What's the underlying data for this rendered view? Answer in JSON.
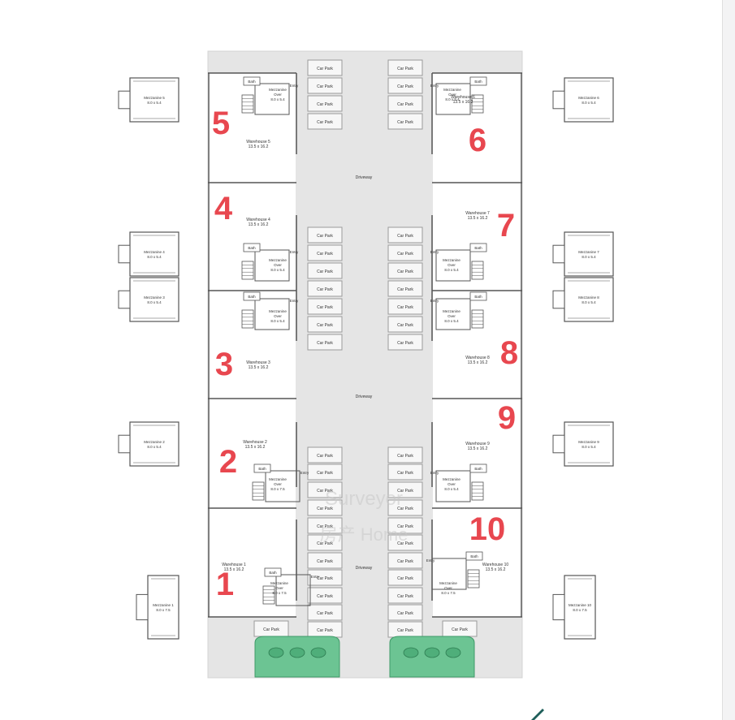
{
  "colors": {
    "background": "#ffffff",
    "site_fill": "#e5e5e5",
    "driveway_fill": "#e5e5e5",
    "warehouse_fill": "#ffffff",
    "wall": "#555555",
    "car_park_fill": "#f7f7f7",
    "car_park_border": "#9a9a9a",
    "unit_number": "#e8474f",
    "landscape_fill": "#6cc493",
    "landscape_stroke": "#3e9a68",
    "watermark": "#c9c9c9"
  },
  "labels": {
    "car_park": "Car Park",
    "driveway": "Driveway",
    "bath": "Bath",
    "entry": "Entry",
    "mezz_over_1": "Mezzanine",
    "mezz_over_2": "Over"
  },
  "warehouses": [
    {
      "unit": "1",
      "name": "Warehouse 1",
      "size": "13.5 x 16.2",
      "mezz_size": "8.0 x 7.5"
    },
    {
      "unit": "2",
      "name": "Warehouse 2",
      "size": "13.5 x 16.2",
      "mezz_size": "8.0 x 7.5"
    },
    {
      "unit": "3",
      "name": "Warehouse 3",
      "size": "13.5 x 16.2",
      "mezz_size": "8.0 x 5.4"
    },
    {
      "unit": "4",
      "name": "Warehouse 4",
      "size": "13.5 x 16.2",
      "mezz_size": "8.0 x 5.4"
    },
    {
      "unit": "5",
      "name": "Warehouse 5",
      "size": "13.5 x 16.2",
      "mezz_size": "8.0 x 5.4"
    },
    {
      "unit": "6",
      "name": "Warehouse 6",
      "size": "13.5 x 16.2",
      "mezz_size": "8.0 x 5.4"
    },
    {
      "unit": "7",
      "name": "Warehouse 7",
      "size": "13.5 x 16.2",
      "mezz_size": "8.0 x 5.4"
    },
    {
      "unit": "8",
      "name": "Warehouse 8",
      "size": "13.5 x 16.2",
      "mezz_size": "8.0 x 5.4"
    },
    {
      "unit": "9",
      "name": "Warehouse 9",
      "size": "13.5 x 16.2",
      "mezz_size": "8.0 x 5.4"
    },
    {
      "unit": "10",
      "name": "Warehouse 10",
      "size": "13.5 x 16.2",
      "mezz_size": "8.0 x 7.5"
    }
  ],
  "mezzanines": [
    {
      "name": "Mezzanine 1",
      "size": "8.0 x 7.5"
    },
    {
      "name": "Mezzanine 2",
      "size": "8.0 x 5.4"
    },
    {
      "name": "Mezzanine 3",
      "size": "8.0 x 5.4"
    },
    {
      "name": "Mezzanine 4",
      "size": "8.0 x 5.4"
    },
    {
      "name": "Mezzanine 5",
      "size": "8.0 x 5.4"
    },
    {
      "name": "Mezzanine 6",
      "size": "8.0 x 5.4"
    },
    {
      "name": "Mezzanine 7",
      "size": "8.0 x 5.4"
    },
    {
      "name": "Mezzanine 8",
      "size": "8.0 x 5.4"
    },
    {
      "name": "Mezzanine 9",
      "size": "8.0 x 5.4"
    },
    {
      "name": "Mezzanine 10",
      "size": "8.0 x 7.5"
    }
  ],
  "watermark": {
    "line1": "Surveyor",
    "line2": "房产 Home"
  }
}
